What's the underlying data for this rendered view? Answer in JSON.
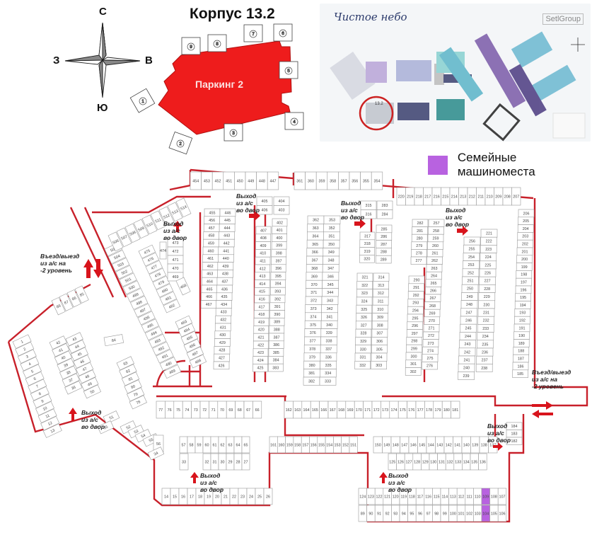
{
  "header": {
    "title": "Корпус 13.2"
  },
  "compass": {
    "north": "С",
    "south": "Ю",
    "west": "З",
    "east": "В"
  },
  "building": {
    "label": "Паркинг 2",
    "color": "#ee1c1c",
    "sections": [
      "1",
      "2",
      "3",
      "4",
      "5",
      "6",
      "7",
      "8",
      "9"
    ]
  },
  "minimap": {
    "logo": "Чистое небо",
    "brand": "SetlGroup",
    "highlight_label": "13.2",
    "highlight_color": "#cc2222"
  },
  "legend": {
    "label": "Семейные машиноместа",
    "color": "#b862e0"
  },
  "notes": {
    "exit": "Выход\nиз а/с\nво двор",
    "ramp": "Въезд/выезд\nиз а/с на\n-2 уровень"
  },
  "colors": {
    "wall": "#c8202a",
    "spot_border": "#999999",
    "marker": "#a0112a",
    "arrow": "#d8141c",
    "family": "#b862e0"
  },
  "parking": {
    "top_row_left": [
      "454",
      "453",
      "452",
      "451",
      "450",
      "449",
      "448",
      "447"
    ],
    "top_row_mid": [
      "361",
      "360",
      "359",
      "358",
      "357",
      "356",
      "355",
      "354"
    ],
    "top_row_right": [
      "220",
      "219",
      "218",
      "217",
      "216",
      "215",
      "214",
      "213",
      "212",
      "211",
      "210",
      "209",
      "208",
      "207"
    ],
    "col_405": [
      "405",
      "406"
    ],
    "col_404": [
      "404",
      "403"
    ],
    "col_315": [
      "315",
      "316"
    ],
    "col_283": [
      "283",
      "284"
    ],
    "col_455": [
      "455",
      "456",
      "457",
      "458",
      "459",
      "460",
      "461",
      "462",
      "463",
      "464",
      "465",
      "466",
      "467"
    ],
    "col_446": [
      "446",
      "445",
      "444",
      "443",
      "442",
      "441",
      "440",
      "439",
      "438",
      "437",
      "436",
      "435",
      "434",
      "433",
      "432",
      "431",
      "430",
      "429",
      "428",
      "427",
      "426"
    ],
    "col_407": [
      "407",
      "408",
      "409",
      "410",
      "411",
      "412",
      "413",
      "414",
      "415",
      "416",
      "417",
      "418",
      "419",
      "420",
      "421",
      "422",
      "423",
      "424",
      "425"
    ],
    "col_402": [
      "402",
      "401",
      "400",
      "399",
      "398",
      "397",
      "396",
      "395",
      "394",
      "393",
      "392",
      "391",
      "390",
      "389",
      "388",
      "387",
      "386",
      "385",
      "384",
      "383"
    ],
    "col_362": [
      "362",
      "363",
      "364",
      "365",
      "366",
      "367",
      "368",
      "369",
      "370",
      "371",
      "372",
      "373",
      "374",
      "375",
      "376",
      "377",
      "378",
      "379",
      "380",
      "381",
      "382"
    ],
    "col_353": [
      "353",
      "352",
      "351",
      "350",
      "349",
      "348",
      "347",
      "346",
      "345",
      "344",
      "343",
      "342",
      "341",
      "340",
      "339",
      "338",
      "337",
      "336",
      "335",
      "334",
      "333"
    ],
    "col_317": [
      "317",
      "318",
      "319",
      "320"
    ],
    "col_285": [
      "285",
      "286",
      "287",
      "288",
      "289"
    ],
    "col_321": [
      "321",
      "322",
      "323",
      "324",
      "325",
      "326",
      "327",
      "328",
      "329",
      "330",
      "331",
      "332"
    ],
    "col_314": [
      "314",
      "313",
      "312",
      "311",
      "310",
      "309",
      "308",
      "307",
      "306",
      "305",
      "304",
      "303"
    ],
    "col_282": [
      "282",
      "281",
      "280",
      "279",
      "278",
      "277"
    ],
    "col_257": [
      "257",
      "258",
      "259",
      "260",
      "261",
      "262",
      "263",
      "264",
      "265",
      "266",
      "267",
      "268",
      "269",
      "270",
      "271",
      "272",
      "273",
      "274",
      "275",
      "276"
    ],
    "col_290": [
      "290",
      "291",
      "292",
      "293",
      "294",
      "295",
      "296",
      "297",
      "298",
      "299",
      "300",
      "301",
      "302"
    ],
    "col_256": [
      "256",
      "255",
      "254",
      "253",
      "252",
      "251",
      "250",
      "249",
      "248",
      "247",
      "246",
      "245",
      "244",
      "243",
      "242",
      "241",
      "240",
      "239"
    ],
    "col_221": [
      "221",
      "222",
      "223",
      "224",
      "225",
      "226",
      "227",
      "228",
      "229",
      "230",
      "231",
      "232",
      "233",
      "234",
      "235",
      "236",
      "237",
      "238"
    ],
    "col_206": [
      "206",
      "205",
      "204",
      "203",
      "202",
      "201",
      "200",
      "199",
      "198",
      "197",
      "196",
      "195",
      "194",
      "193",
      "192",
      "191",
      "190",
      "189",
      "188",
      "187",
      "186",
      "185"
    ],
    "diag_505": [
      "505",
      "504",
      "503",
      "502",
      "501",
      "500",
      "499",
      "498",
      "497",
      "496",
      "495",
      "494",
      "493",
      "492",
      "491",
      "490",
      "489"
    ],
    "diag_506": [
      "506",
      "507",
      "508",
      "509",
      "510",
      "511",
      "512",
      "513",
      "514"
    ],
    "diag_475": [
      "475",
      "476",
      "477",
      "478",
      "479",
      "480",
      "481",
      "482"
    ],
    "col_473": [
      "473",
      "472",
      "471",
      "470",
      "469"
    ],
    "single_474": "474",
    "single_468": "468",
    "diag_483": [
      "483",
      "484",
      "485",
      "486",
      "487",
      "488"
    ],
    "single_84": "84",
    "diag_88": [
      "88",
      "87",
      "86",
      "85"
    ],
    "left_col": [
      "1",
      "2",
      "3",
      "4",
      "5",
      "6",
      "7",
      "8",
      "9",
      "10",
      "11",
      "12",
      "13"
    ],
    "diag_42": [
      "42",
      "41",
      "40",
      "39",
      "38",
      "37",
      "36"
    ],
    "diag_43": [
      "43",
      "44",
      "45",
      "46",
      "47",
      "48",
      "49",
      "50"
    ],
    "diag_83": [
      "83",
      "82",
      "81",
      "80",
      "79",
      "78"
    ],
    "row_77": [
      "77",
      "76",
      "75",
      "74",
      "73",
      "72",
      "71",
      "70",
      "69",
      "68",
      "67",
      "66"
    ],
    "row_162": [
      "162",
      "163",
      "164",
      "165",
      "166",
      "167",
      "168",
      "169",
      "170",
      "171",
      "172",
      "173",
      "174",
      "175",
      "176",
      "177",
      "178",
      "179",
      "180",
      "181"
    ],
    "singles_51_55": [
      "51",
      "35",
      "52",
      "53",
      "54",
      "55",
      "56",
      "34"
    ],
    "row_57": [
      "57",
      "58",
      "59",
      "60",
      "61",
      "62",
      "63",
      "64",
      "65"
    ],
    "row_33": [
      "33",
      "32",
      "31",
      "30",
      "29",
      "28",
      "27"
    ],
    "row_14": [
      "14",
      "15",
      "16",
      "17",
      "18",
      "19",
      "20",
      "21",
      "22",
      "23",
      "24",
      "25",
      "26"
    ],
    "row_161": [
      "161",
      "160",
      "159",
      "158",
      "157",
      "156",
      "155",
      "154",
      "153",
      "152",
      "151"
    ],
    "row_150": [
      "150",
      "149",
      "148",
      "147",
      "146",
      "145",
      "144",
      "143",
      "142",
      "141",
      "140",
      "139",
      "138",
      "137"
    ],
    "row_125": [
      "125",
      "126",
      "127",
      "128",
      "129",
      "130",
      "131",
      "132",
      "133",
      "134",
      "135",
      "136"
    ],
    "row_124": [
      "124",
      "123",
      "122",
      "121",
      "120",
      "119",
      "118",
      "117",
      "116",
      "115",
      "114",
      "113",
      "112",
      "111",
      "110",
      "109",
      "108",
      "107"
    ],
    "row_89": [
      "89",
      "90",
      "91",
      "92",
      "93",
      "94",
      "95",
      "96",
      "97",
      "98",
      "99",
      "100",
      "101",
      "102",
      "103",
      "104",
      "105",
      "106"
    ],
    "col_184": [
      "184",
      "183",
      "182"
    ],
    "family_spots": [
      "109",
      "104"
    ]
  }
}
